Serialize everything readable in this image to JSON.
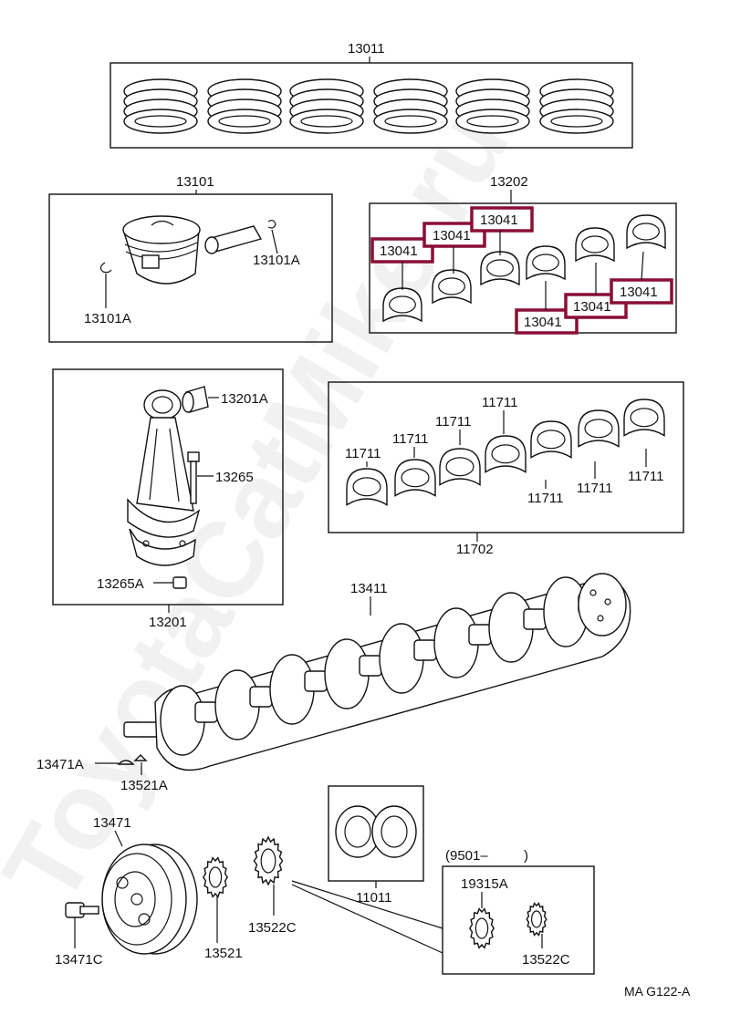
{
  "labels": {
    "p13011": "13011",
    "p13101": "13101",
    "p13101a_left": "13101A",
    "p13101a_right": "13101A",
    "p13202": "13202",
    "p13041": "13041",
    "p13201a": "13201A",
    "p13265": "13265",
    "p13265a": "13265A",
    "p13201": "13201",
    "p11711": "11711",
    "p11702": "11702",
    "p13411": "13411",
    "p13471a": "13471A",
    "p13521a": "13521A",
    "p13471": "13471",
    "p13471c": "13471C",
    "p13521": "13521",
    "p13522c": "13522C",
    "p11011": "11011",
    "p9501": "(9501–",
    "p9501_close": ")",
    "p19315a": "19315A",
    "p13522c_box": "13522C",
    "footer": "MA  G122-A"
  },
  "watermark": "ToyotaCatMike.ru",
  "colors": {
    "highlight": "#8a0f35",
    "line": "#111111"
  }
}
